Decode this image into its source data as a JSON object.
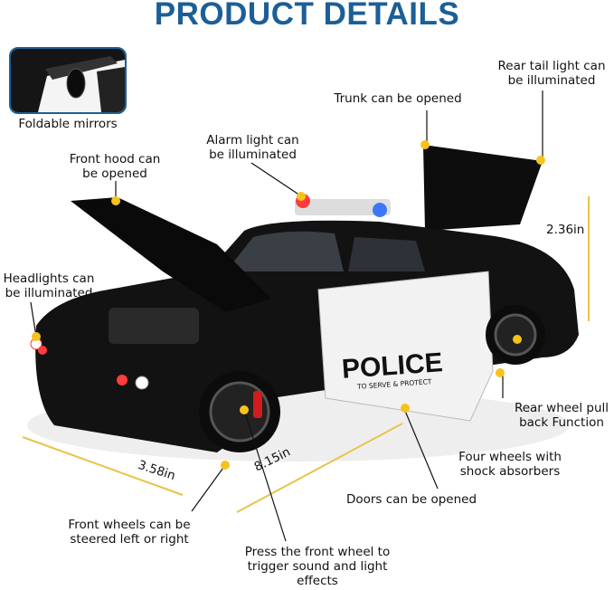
{
  "title": "PRODUCT DETAILS",
  "inset": {
    "label": "Foldable mirrors"
  },
  "callouts": {
    "rear_tail_light": "Rear tail light can be illuminated",
    "trunk": "Trunk can be opened",
    "alarm_light": "Alarm light can be illuminated",
    "front_hood": "Front hood can be opened",
    "headlights": "Headlights can be illuminated",
    "rear_wheel": "Rear wheel pull back Function",
    "four_wheels": "Four wheels with shock absorbers",
    "doors": "Doors can be opened",
    "front_wheels": "Front wheels can be steered left or right",
    "press_wheel": "Press the front wheel to trigger sound and light effects"
  },
  "dimensions": {
    "height": "2.36in",
    "width": "3.58in",
    "length": "8.15in"
  },
  "door": {
    "text": "POLICE",
    "subtext": "TO SERVE & PROTECT"
  },
  "colors": {
    "title": "#1c5f97",
    "accent_dot": "#f7c21b",
    "dimension_line": "#e8c34a",
    "car_body": "#111111",
    "door": "#f2f2f2"
  }
}
